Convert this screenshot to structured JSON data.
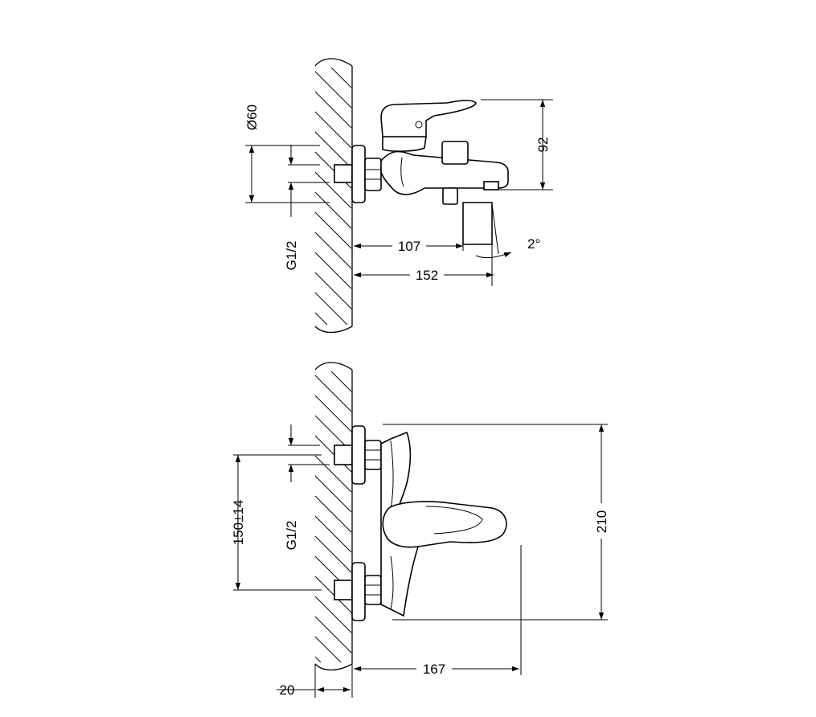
{
  "dimensions": {
    "diameter": "Ø60",
    "top_height": "92",
    "thread_top": "G1/2",
    "spout_reach": "107",
    "overall_depth": "152",
    "spout_angle": "2°",
    "centers": "150±14",
    "thread_bottom": "G1/2",
    "overall_height": "210",
    "handle_depth": "167",
    "eccentric_offset": "20"
  }
}
